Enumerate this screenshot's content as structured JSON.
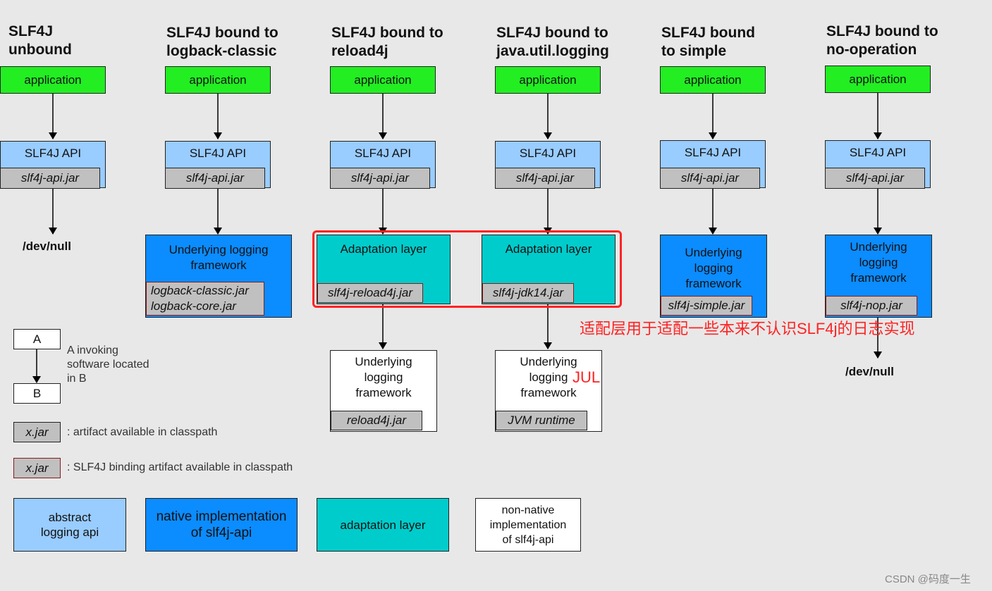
{
  "columns": [
    {
      "title": "SLF4J\nunbound",
      "application": "application",
      "api_label": "SLF4J API",
      "api_jar": "slf4j-api.jar",
      "end": "/dev/null"
    },
    {
      "title": "SLF4J bound to\nlogback-classic",
      "application": "application",
      "api_label": "SLF4J API",
      "api_jar": "slf4j-api.jar",
      "impl_label": "Underlying logging\nframework",
      "impl_jar": "logback-classic.jar\nlogback-core.jar"
    },
    {
      "title": "SLF4J bound to\nreload4j",
      "application": "application",
      "api_label": "SLF4J API",
      "api_jar": "slf4j-api.jar",
      "adapt_label": "Adaptation layer",
      "adapt_jar": "slf4j-reload4j.jar",
      "under_label": "Underlying\nlogging\nframework",
      "under_jar": "reload4j.jar"
    },
    {
      "title": "SLF4J bound to\njava.util.logging",
      "application": "application",
      "api_label": "SLF4J API",
      "api_jar": "slf4j-api.jar",
      "adapt_label": "Adaptation layer",
      "adapt_jar": "slf4j-jdk14.jar",
      "under_label": "Underlying\nlogging\nframework",
      "under_jar": "JVM runtime"
    },
    {
      "title": "SLF4J bound\nto simple",
      "application": "application",
      "api_label": "SLF4J API",
      "api_jar": "slf4j-api.jar",
      "impl_label": "Underlying\nlogging\nframework",
      "impl_jar": "slf4j-simple.jar"
    },
    {
      "title": "SLF4J bound to\nno-operation",
      "application": "application",
      "api_label": "SLF4J API",
      "api_jar": "slf4j-api.jar",
      "impl_label": "Underlying\nlogging\nframework",
      "impl_jar": "slf4j-nop.jar",
      "end": "/dev/null"
    }
  ],
  "annotations": {
    "adaptation_note": "适配层用于适配一些本来不认识SLF4j的日志实现",
    "jul_note": "JUL"
  },
  "legend": {
    "a": "A",
    "b": "B",
    "invoking": "A invoking\nsoftware located\nin B",
    "jar_sample": "x.jar",
    "jar_desc": ": artifact available in classpath",
    "binding_sample": "x.jar",
    "binding_desc": ": SLF4J binding artifact available in classpath",
    "abstract": "abstract\nlogging api",
    "native": "native implementation\nof slf4j-api",
    "adaptation": "adaptation layer",
    "nonnative": "non-native\nimplementation\nof slf4j-api"
  },
  "watermark": "CSDN @码度一生",
  "colors": {
    "application": "#22ee22",
    "api": "#99ccff",
    "native": "#0b8cff",
    "adaptation": "#00cccc",
    "jar": "#c0c0c0",
    "highlight": "#ff2222"
  }
}
